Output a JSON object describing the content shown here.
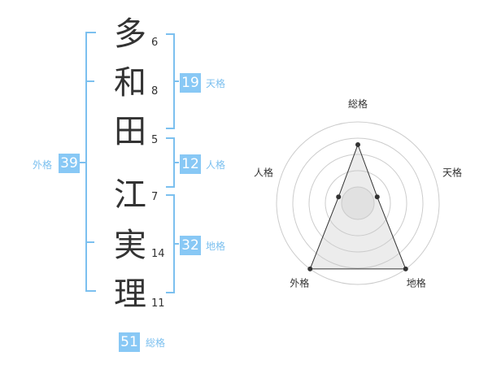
{
  "name": {
    "characters": [
      {
        "char": "多",
        "strokes": "6"
      },
      {
        "char": "和",
        "strokes": "8"
      },
      {
        "char": "田",
        "strokes": "5"
      },
      {
        "char": "江",
        "strokes": "7"
      },
      {
        "char": "実",
        "strokes": "14"
      },
      {
        "char": "理",
        "strokes": "11"
      }
    ]
  },
  "fortunes": {
    "tenkaku": {
      "value": "19",
      "label": "天格"
    },
    "jinkaku": {
      "value": "12",
      "label": "人格"
    },
    "chikaku": {
      "value": "32",
      "label": "地格"
    },
    "gaikaku": {
      "value": "39",
      "label": "外格"
    },
    "soukaku": {
      "value": "51",
      "label": "総格"
    }
  },
  "radar": {
    "axes": [
      "総格",
      "天格",
      "地格",
      "外格",
      "人格"
    ],
    "values": [
      0.72,
      0.25,
      1.0,
      1.0,
      0.25
    ],
    "max": 1.0,
    "rings": 5
  },
  "colors": {
    "accent": "#88c8f5",
    "bracket": "#7cc0ef",
    "text": "#333333",
    "grid": "#cccccc"
  }
}
